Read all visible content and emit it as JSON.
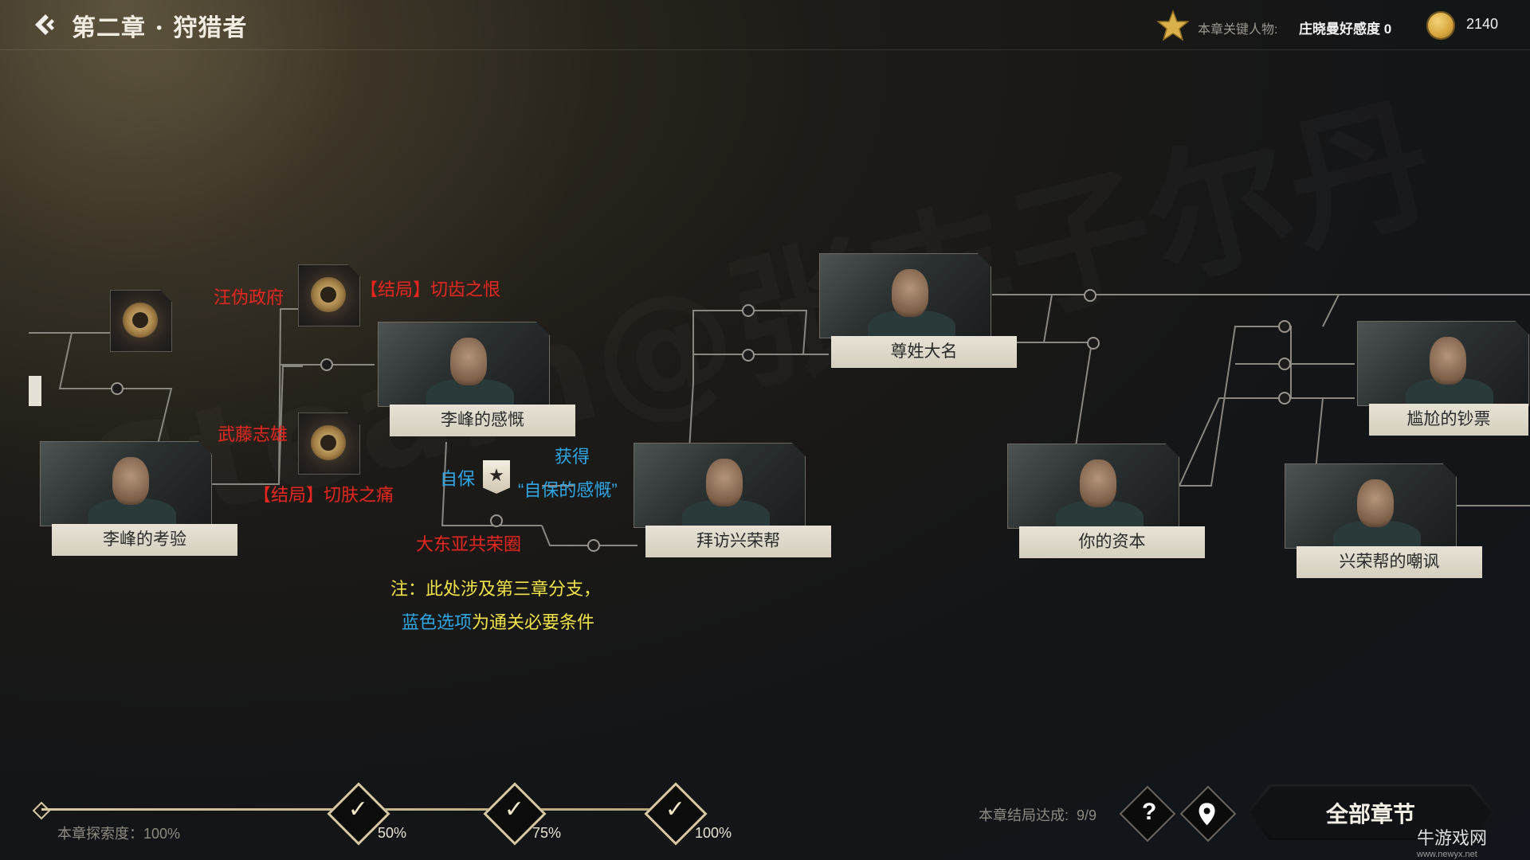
{
  "header": {
    "title": "第二章 · 狩猎者",
    "key_char_label": "本章关键人物:",
    "key_char_value": "庄晓曼好感度 0",
    "coins": "2140"
  },
  "nodes": {
    "kaoyan": "李峰的考验",
    "gankai": "李峰的感慨",
    "baifang": "拜访兴荣帮",
    "zunxing": "尊姓大名",
    "ziben": "你的资本",
    "chaofeng": "兴荣帮的嘲讽",
    "ganga": "尴尬的钞票"
  },
  "annotations": {
    "wangwei": "汪伪政府",
    "ending1": "【结局】切齿之恨",
    "wuteng": "武藤志雄",
    "ending2": "【结局】切肤之痛",
    "dadongya": "大东亚共荣圈",
    "zibao": "自保",
    "huode": "获得",
    "zibao_ganji": "“自保的感慨”",
    "note_line1": "注：此处涉及第三章分支，",
    "note_line2_blue": "蓝色选项",
    "note_line2_yellow": "为通关必要条件"
  },
  "footer": {
    "explore_label": "本章探索度：100%",
    "milestones": [
      "50%",
      "75%",
      "100%"
    ],
    "progress_fraction": 1.0,
    "endings_label": "本章结局达成:",
    "endings_value": "9/9",
    "help_glyph": "?",
    "all_chapters": "全部章节",
    "site_logo": "牛游戏网",
    "site_url": "www.newyx.net"
  },
  "colors": {
    "red_annotation": "#e8261f",
    "blue_annotation": "#2fa6e6",
    "yellow_annotation": "#f0e34a",
    "label_bg": "#e0dbcc"
  }
}
